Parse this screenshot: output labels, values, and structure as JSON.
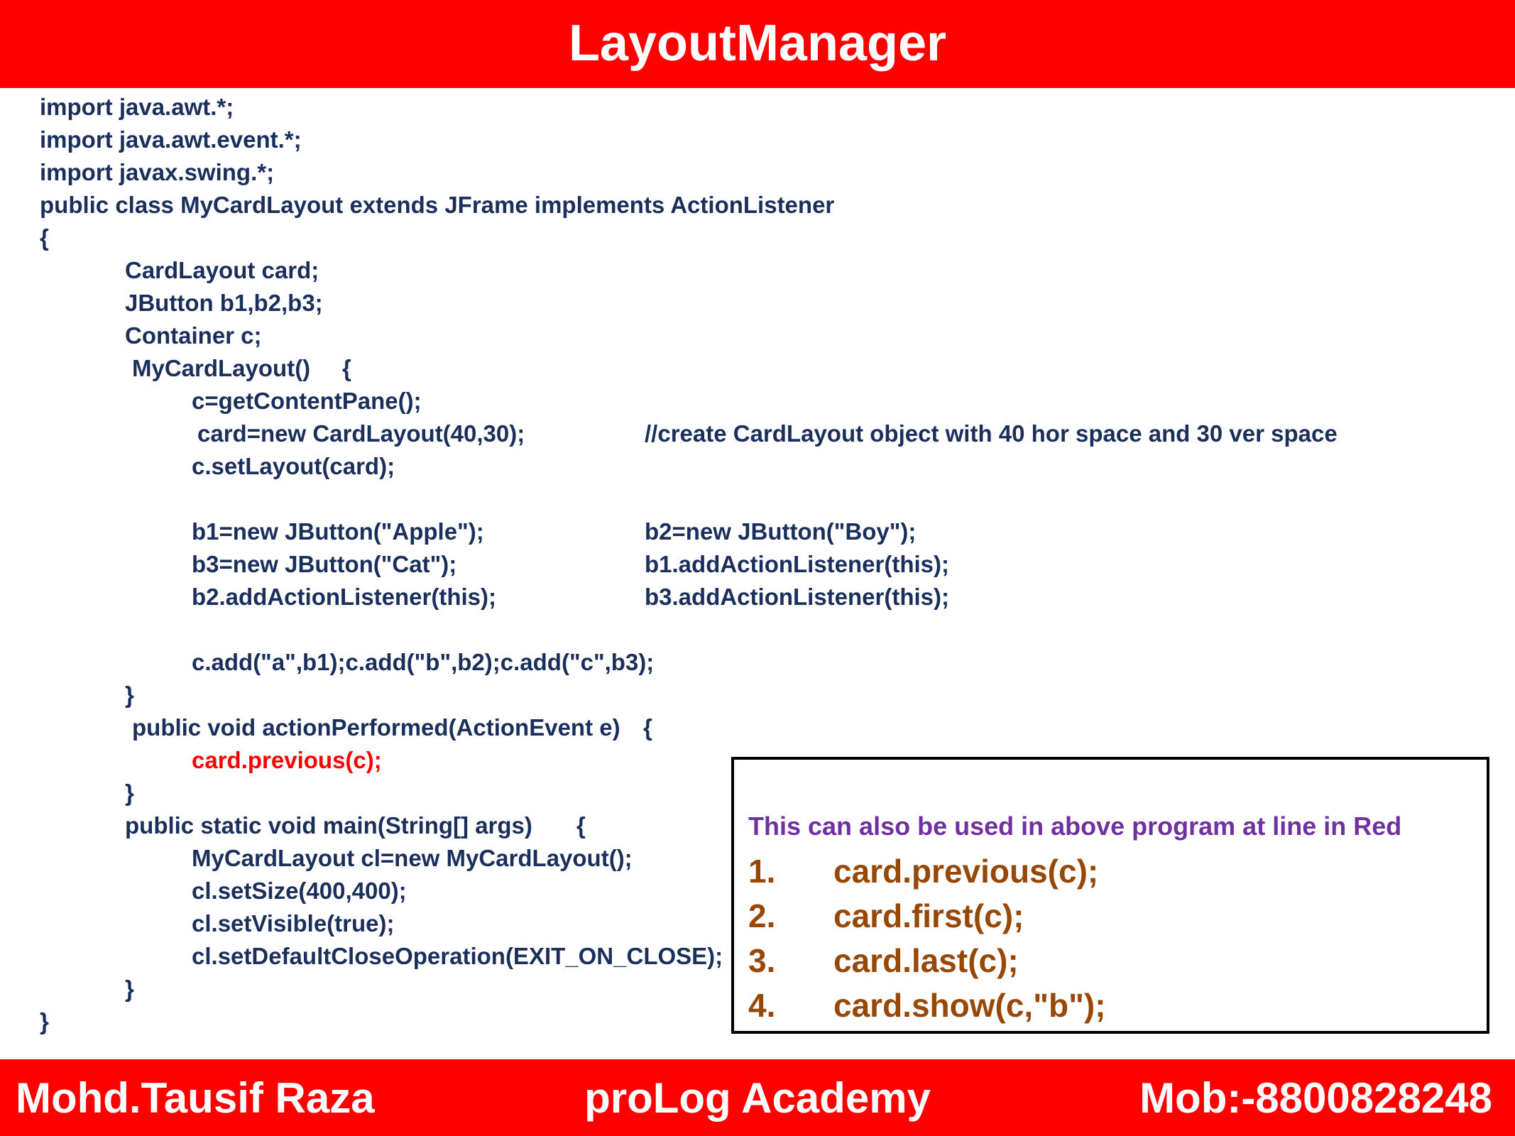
{
  "header": {
    "title": "LayoutManager"
  },
  "code_lines": [
    "import java.awt.*;",
    "import java.awt.event.*;",
    "import javax.swing.*;",
    "public class MyCardLayout extends JFrame implements ActionListener",
    "{",
    "CardLayout card;",
    "JButton b1,b2,b3;",
    "Container c;",
    "MyCardLayout()",
    "{",
    "c=getContentPane();",
    "card=new CardLayout(40,30);",
    "//create CardLayout object with 40 hor space and 30 ver space",
    "c.setLayout(card);",
    "b1=new JButton(\"Apple\");",
    "b2=new JButton(\"Boy\");",
    "b3=new JButton(\"Cat\");",
    "b1.addActionListener(this);",
    "b2.addActionListener(this);",
    "b3.addActionListener(this);",
    "c.add(\"a\",b1);c.add(\"b\",b2);c.add(\"c\",b3);",
    "}",
    "public void actionPerformed(ActionEvent e)",
    "{",
    "card.previous(c);",
    "}",
    "public static void main(String[] args)",
    "{",
    "MyCardLayout cl=new MyCardLayout();",
    "cl.setSize(400,400);",
    "cl.setVisible(true);",
    "cl.setDefaultCloseOperation(EXIT_ON_CLOSE);",
    "}",
    "}"
  ],
  "note": {
    "heading": "This can also be used in above program at line in Red",
    "items": [
      {
        "number": "1.",
        "code": "card.previous(c);"
      },
      {
        "number": "2.",
        "code": "card.first(c);"
      },
      {
        "number": "3.",
        "code": "card.last(c);"
      },
      {
        "number": "4.",
        "code": "card.show(c,\"b\");"
      }
    ]
  },
  "footer": {
    "author": "Mohd.Tausif Raza",
    "academy": "proLog Academy",
    "mobile": "Mob:-8800828248"
  },
  "colors": {
    "banner": "#ff0000",
    "code": "#1a2f5c",
    "highlight": "#ff0000",
    "note_heading": "#7030a0",
    "note_items": "#974706"
  }
}
